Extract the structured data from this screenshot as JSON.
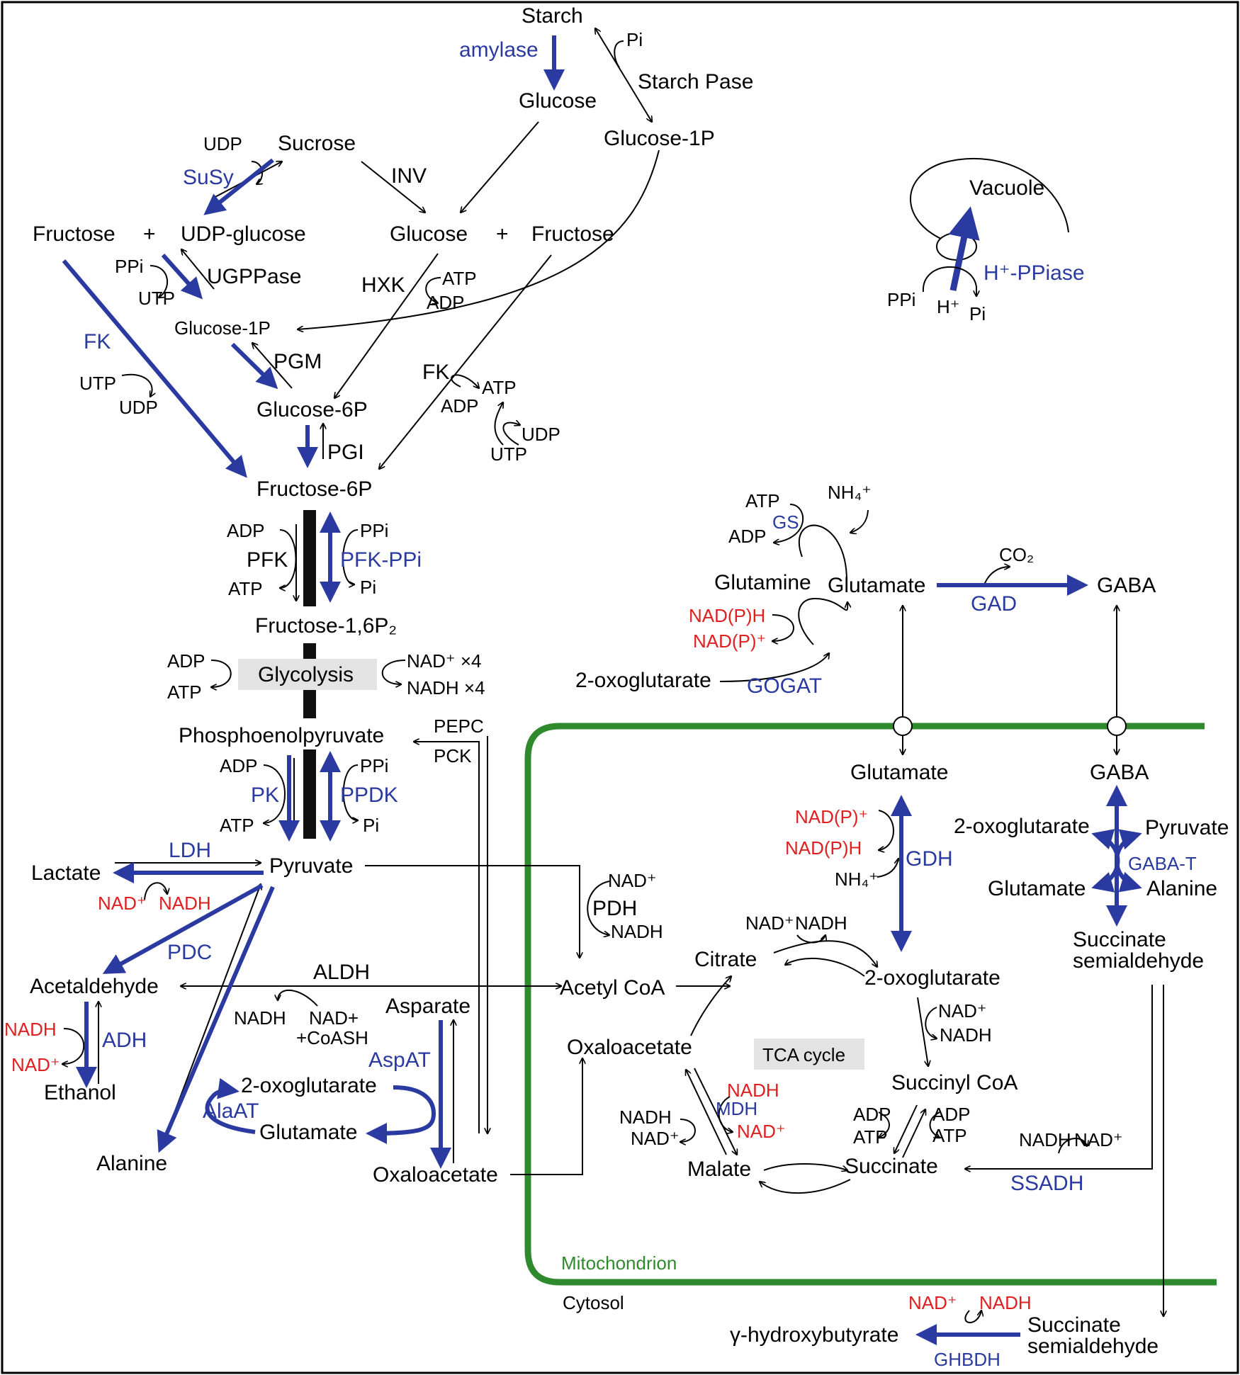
{
  "colors": {
    "enzyme_blue": "#2b3aa0",
    "cofactor_red": "#e02020",
    "mito_green": "#2f8a2e",
    "box_grey": "#e3e3e3",
    "black": "#000000"
  },
  "labels": {
    "starch": "Starch",
    "pi_top": "Pi",
    "amylase": "amylase",
    "starch_pase": "Starch Pase",
    "glucose_top": "Glucose",
    "glucose1p_top": "Glucose-1P",
    "udp_1": "UDP",
    "sucrose": "Sucrose",
    "susy": "SuSy",
    "inv": "INV",
    "fructose_left": "Fructose",
    "plus_1": "+",
    "udp_glucose": "UDP-glucose",
    "glucose_mid": "Glucose",
    "plus_2": "+",
    "fructose_mid": "Fructose",
    "vacuole": "Vacuole",
    "hppiase": "H⁺-PPiase",
    "ppi_vac": "PPi",
    "h_vac": "H⁺",
    "pi_vac": "Pi",
    "ppi_1": "PPi",
    "utp_1": "UTP",
    "ugppase": "UGPPase",
    "hxk": "HXK",
    "atp_hxk": "ATP",
    "adp_hxk": "ADP",
    "glucose1p_mid": "Glucose-1P",
    "fk_left": "FK",
    "pgm": "PGM",
    "fk_right": "FK",
    "atp_fk": "ATP",
    "adp_fk": "ADP",
    "utp_2": "UTP",
    "udp_2": "UDP",
    "glucose6p": "Glucose-6P",
    "udp_fk2": "UDP",
    "utp_fk2": "UTP",
    "pgi": "PGI",
    "fructose6p": "Fructose-6P",
    "adp_pfk": "ADP",
    "pfk": "PFK",
    "atp_pfk": "ATP",
    "ppi_pfk": "PPi",
    "pfk_ppi": "PFK-PPi",
    "pi_pfk": "Pi",
    "fructose16p2": "Fructose-1,6P₂",
    "adp_gly": "ADP",
    "atp_gly": "ATP",
    "glycolysis": "Glycolysis",
    "nad_x4": "NAD⁺ ×4",
    "nadh_x4": "NADH ×4",
    "pep": "Phosphoenolpyruvate",
    "pepc": "PEPC",
    "pck": "PCK",
    "adp_pk": "ADP",
    "pk": "PK",
    "atp_pk": "ATP",
    "ppi_ppdk": "PPi",
    "ppdk": "PPDK",
    "pi_ppdk": "Pi",
    "ldh": "LDH",
    "lactate": "Lactate",
    "pyruvate": "Pyruvate",
    "nad_ldh": "NAD⁺",
    "nadh_ldh": "NADH",
    "pdc": "PDC",
    "acetaldehyde": "Acetaldehyde",
    "aldh": "ALDH",
    "nadh_aldh": "NADH",
    "nad_aldh": "NAD+",
    "coash": "+CoASH",
    "nadh_adh": "NADH",
    "adh": "ADH",
    "nad_adh": "NAD⁺",
    "ethanol": "Ethanol",
    "asparate": "Asparate",
    "aspat": "AspAT",
    "oxoglut_alaat": "2-oxoglutarate",
    "alaat": "AlaAT",
    "glutamate_alaat": "Glutamate",
    "alanine_left": "Alanine",
    "oxaloacetate_cyt": "Oxaloacetate",
    "nad_pdh": "NAD⁺",
    "pdh": "PDH",
    "nadh_pdh": "NADH",
    "acetylcoa": "Acetyl CoA",
    "atp_gs": "ATP",
    "nh4_gs": "NH₄⁺",
    "gs": "GS",
    "adp_gs": "ADP",
    "co2": "CO₂",
    "glutamine": "Glutamine",
    "glutamate_cyt": "Glutamate",
    "gaba_cyt": "GABA",
    "gad": "GAD",
    "nadph_gogat": "NAD(P)H",
    "nadp_gogat": "NAD(P)⁺",
    "oxoglut_gogat": "2-oxoglutarate",
    "gogat": "GOGAT",
    "glutamate_mito": "Glutamate",
    "gaba_mito": "GABA",
    "nadp_gdh": "NAD(P)⁺",
    "nadph_gdh": "NAD(P)H",
    "gdh": "GDH",
    "nh4_gdh": "NH₄⁺",
    "oxoglut_gabat": "2-oxoglutarate",
    "pyruvate_gabat": "Pyruvate",
    "gabat": "GABA-T",
    "glutamate_gabat": "Glutamate",
    "alanine_gabat": "Alanine",
    "succ_semi_1": "Succinate",
    "succ_semi_2": "semialdehyde",
    "nad_cs": "NAD⁺",
    "nadh_cs": "NADH",
    "citrate": "Citrate",
    "oxoglut_tca": "2-oxoglutarate",
    "nad_kgdh": "NAD⁺",
    "nadh_kgdh": "NADH",
    "oxaloacetate_mito": "Oxaloacetate",
    "tca_cycle": "TCA cycle",
    "succinylcoa": "Succinyl CoA",
    "nadh_mdh_red": "NADH",
    "mdh": "MDH",
    "nad_mdh_red": "NAD⁺",
    "nadh_mdh_blk": "NADH",
    "nad_mdh_blk": "NAD⁺",
    "adp_scs_l": "ADP",
    "atp_scs_l": "ATP",
    "adp_scs_r": "ADP",
    "atp_scs_r": "ATP",
    "malate": "Malate",
    "succinate": "Succinate",
    "nadh_ssadh": "NADH",
    "nad_ssadh": "NAD⁺",
    "ssadh": "SSADH",
    "mitochondrion": "Mitochondrion",
    "cytosol": "Cytosol",
    "nad_ghbdh": "NAD⁺",
    "nadh_ghbdh": "NADH",
    "ghb": "γ-hydroxybutyrate",
    "succ_semi_cyt_1": "Succinate",
    "succ_semi_cyt_2": "semialdehyde",
    "ghbdh": "GHBDH"
  }
}
